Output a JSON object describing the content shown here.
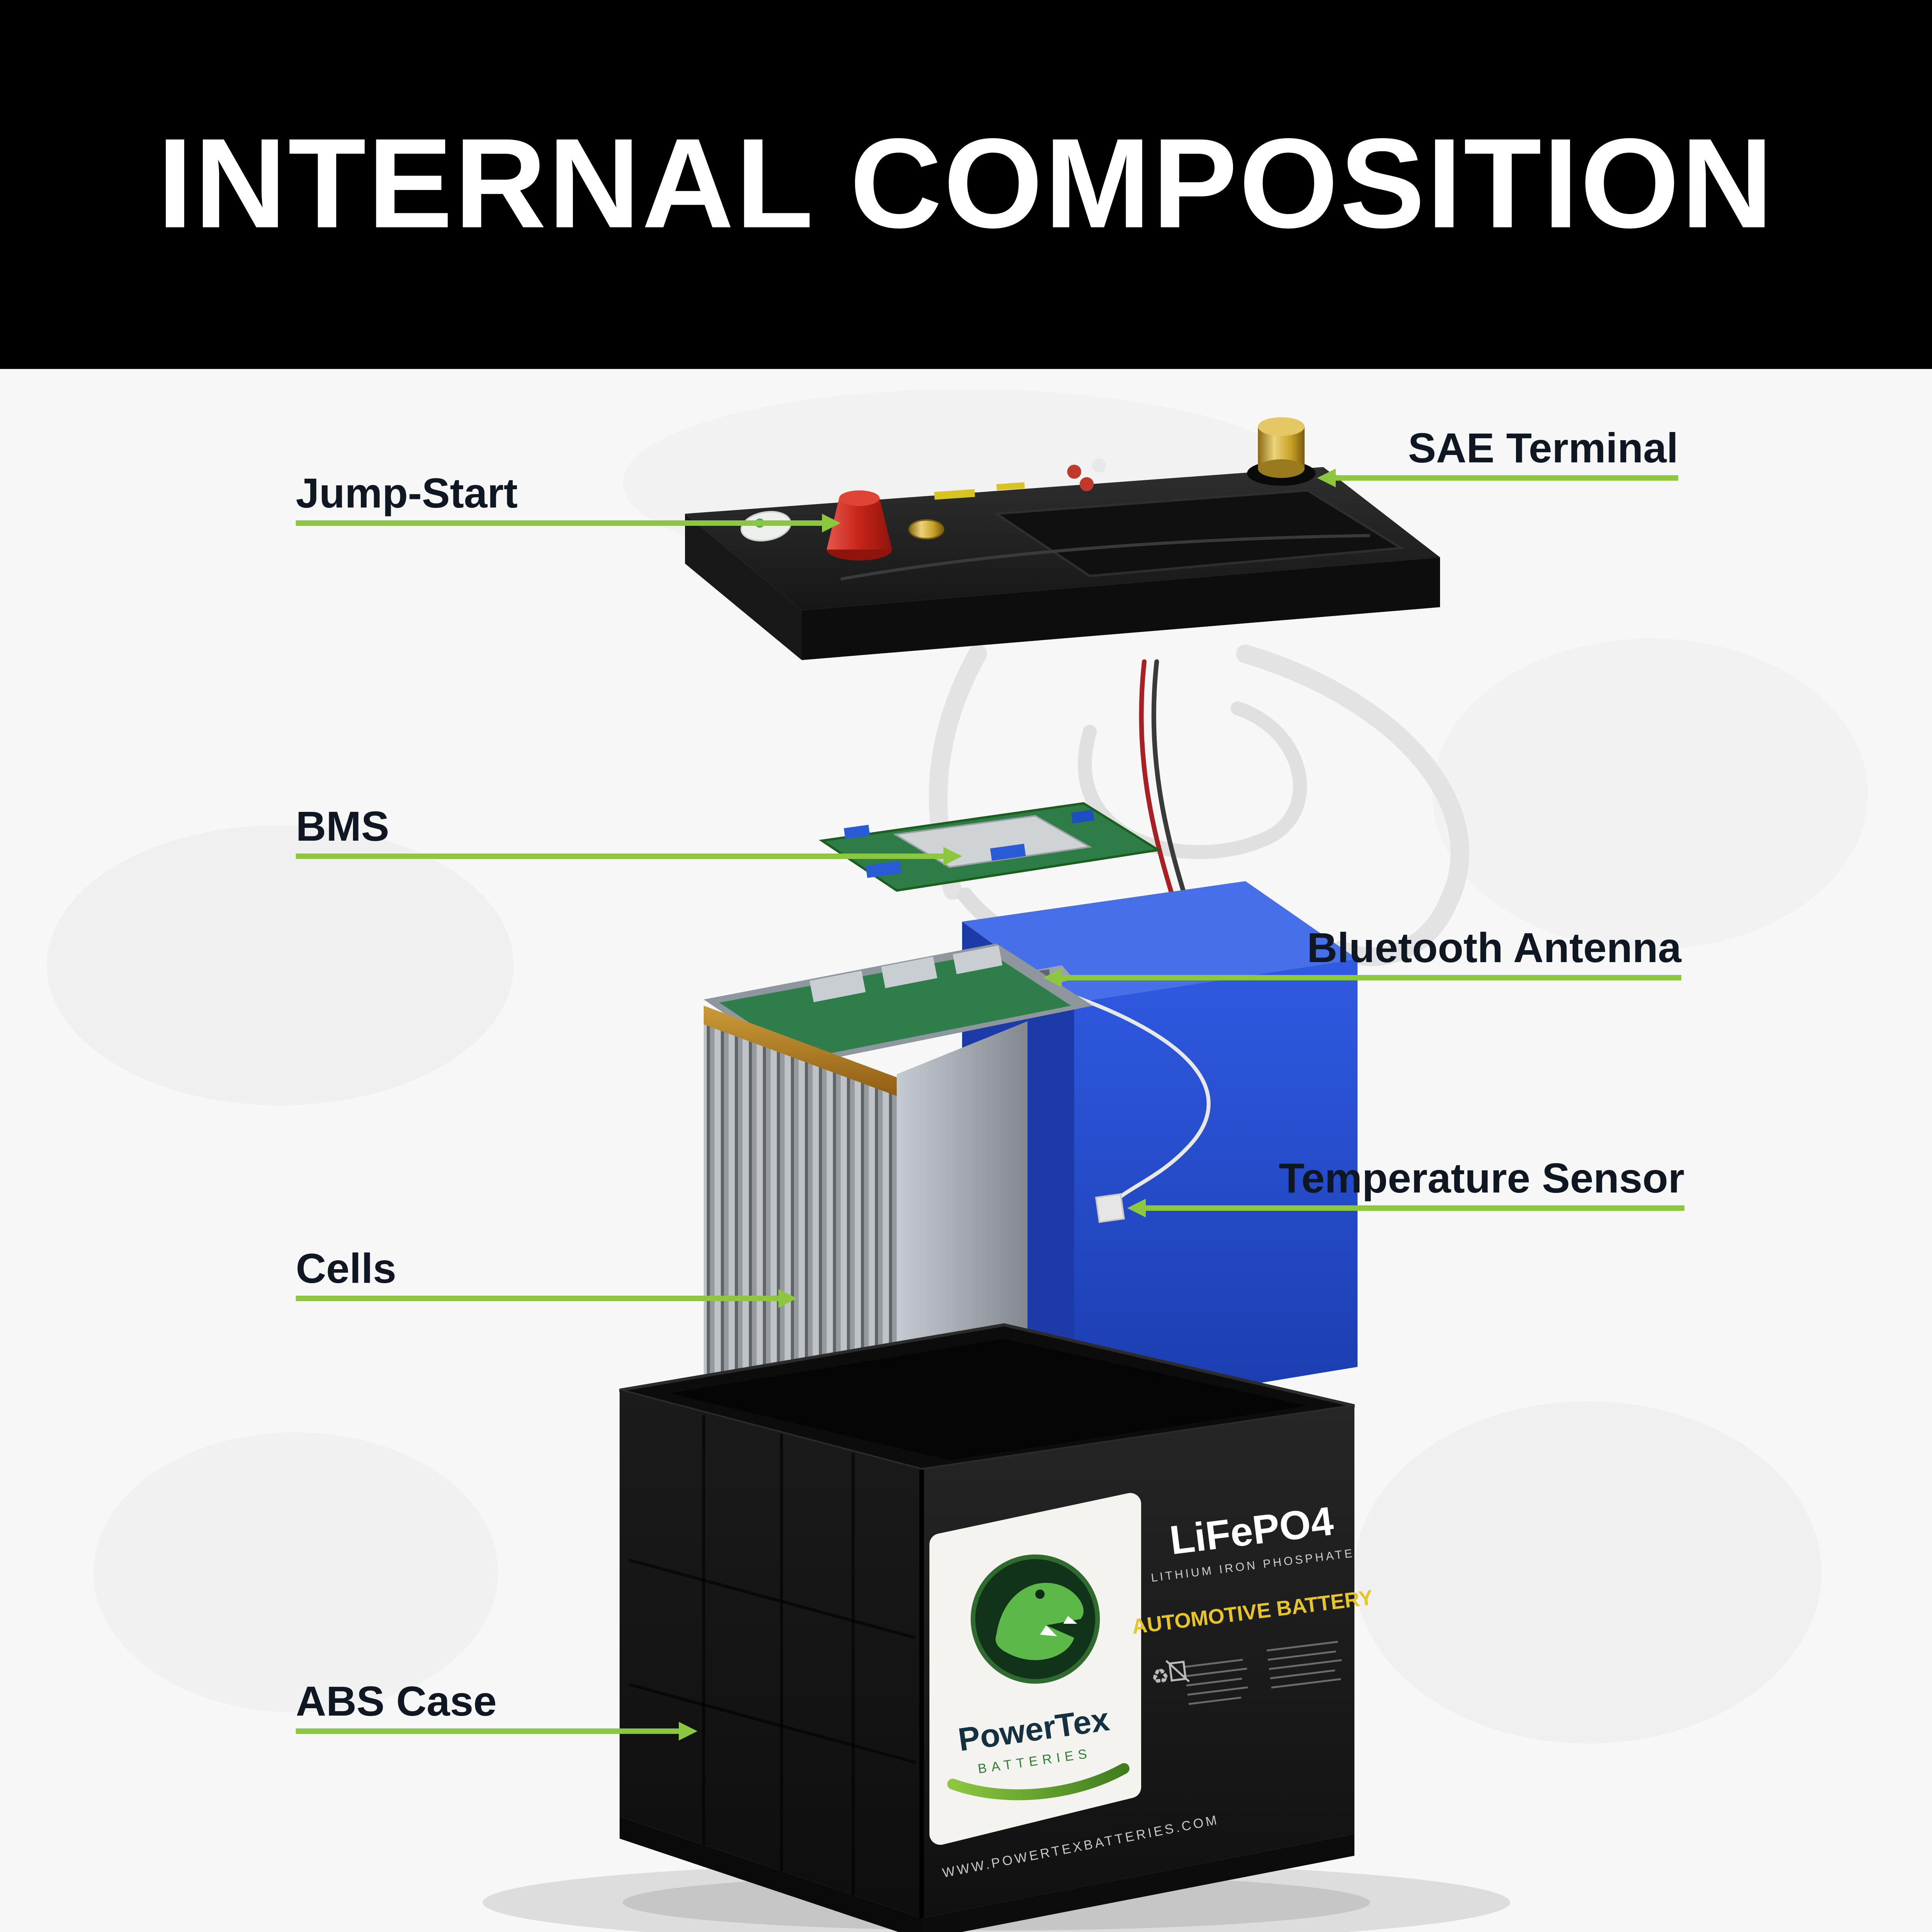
{
  "header": {
    "title": "INTERNAL COMPOSITION"
  },
  "callouts": {
    "jump_start": "Jump-Start",
    "sae_terminal": "SAE Terminal",
    "bms": "BMS",
    "bluetooth_antenna": "Bluetooth Antenna",
    "temperature_sensor": "Temperature Sensor",
    "cells": "Cells",
    "abs_case": "ABS Case"
  },
  "battery_label": {
    "chemistry": "LiFePO4",
    "chemistry_sub": "LITHIUM IRON PHOSPHATE",
    "battery_type": "AUTOMOTIVE BATTERY",
    "brand": "PowerTex",
    "brand_sub": "BATTERIES",
    "website": "WWW.POWERTEXBATTERIES.COM"
  },
  "colors": {
    "accent_green": "#8dc63f",
    "banner_bg": "#000000",
    "wrap_blue": "#2a4fd0",
    "terminal_brass": "#c9a227",
    "jump_cap_red": "#c62418",
    "label_yellow": "#e7c428",
    "case_black": "#161616"
  }
}
